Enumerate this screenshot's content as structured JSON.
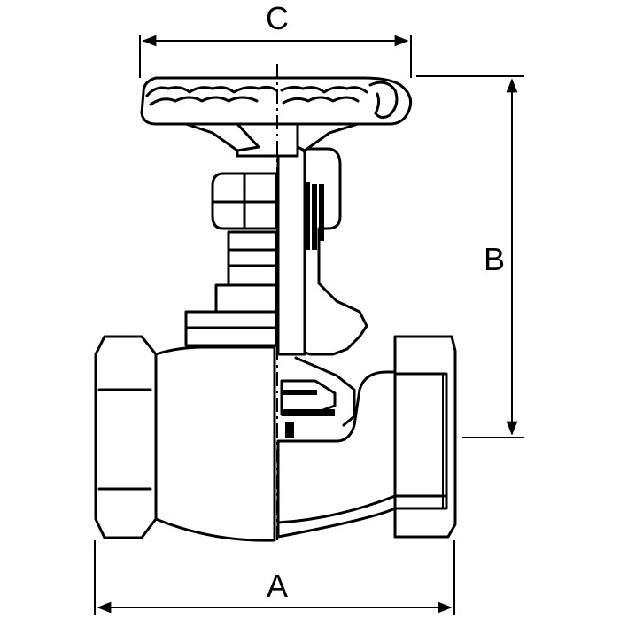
{
  "diagram": {
    "dimensions": {
      "width_label": "C",
      "height_label": "B",
      "length_label": "A"
    },
    "colors": {
      "line": "#000000",
      "background": "#ffffff"
    }
  }
}
